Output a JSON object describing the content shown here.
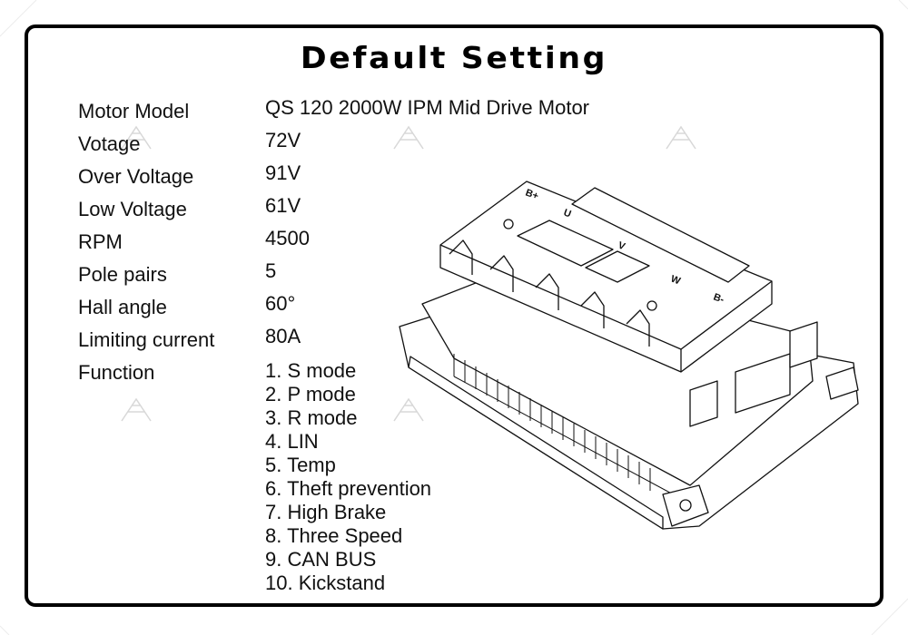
{
  "title": "Default Setting",
  "specs": [
    {
      "label": "Motor Model",
      "value": "QS 120 2000W IPM Mid Drive Motor"
    },
    {
      "label": "Votage",
      "value": "72V"
    },
    {
      "label": "Over Voltage",
      "value": "91V"
    },
    {
      "label": "Low Voltage",
      "value": "61V"
    },
    {
      "label": "RPM",
      "value": "4500"
    },
    {
      "label": "Pole pairs",
      "value": "5"
    },
    {
      "label": "Hall angle",
      "value": "60°"
    },
    {
      "label": "Limiting current",
      "value": "80A"
    }
  ],
  "function": {
    "label": "Function",
    "items": [
      "1. S mode",
      "2. P mode",
      "3. R mode",
      "4. LIN",
      "5. Temp",
      "6. Theft prevention",
      "7. High Brake",
      "8. Three Speed",
      "9. CAN BUS",
      "10. Kickstand"
    ]
  },
  "device_labels": {
    "b_plus": "B+",
    "u": "U",
    "v": "V",
    "w": "W",
    "b_minus": "B-"
  }
}
